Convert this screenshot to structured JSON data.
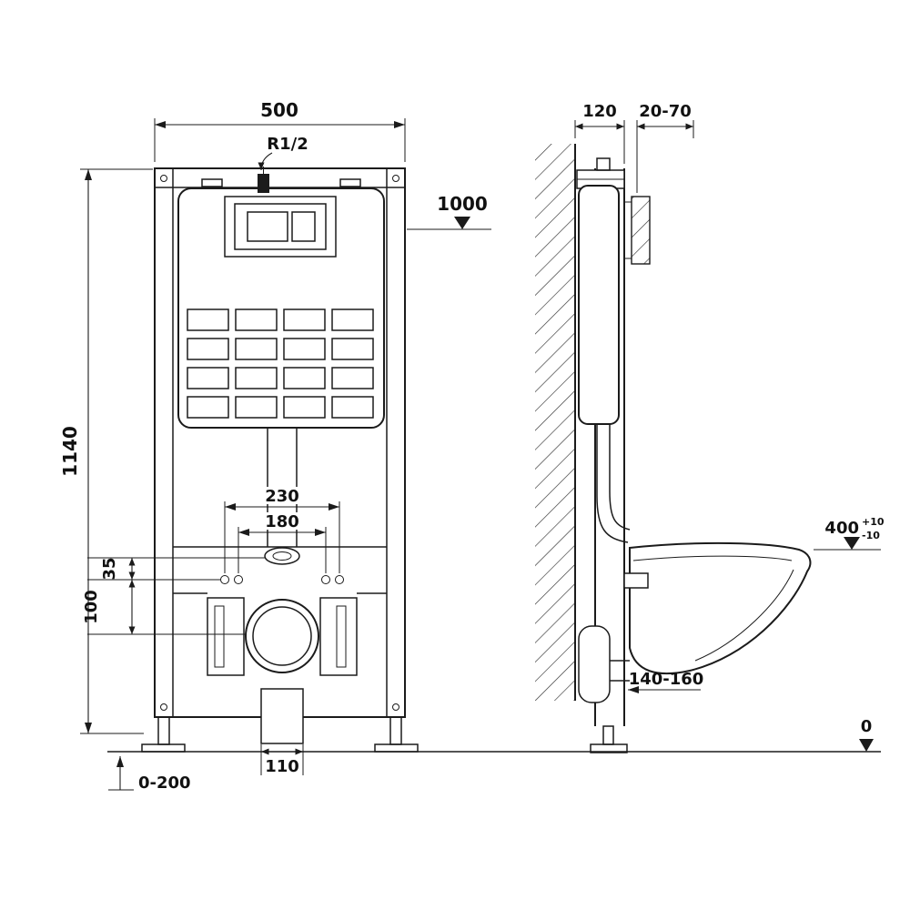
{
  "colors": {
    "line": "#1b1b1b",
    "background": "#ffffff"
  },
  "front_view": {
    "frame_width": "500",
    "water_inlet": "R1/2",
    "flush_plate_height": "1000",
    "frame_height": "1140",
    "outer_fixing_span": "230",
    "inner_fixing_span": "180",
    "offset_small": "35",
    "offset_large": "100",
    "outlet_pipe_width": "110",
    "feet_adjustment": "0-200"
  },
  "side_view": {
    "frame_depth": "120",
    "wall_clearance": "20-70",
    "bowl_height": "400",
    "bowl_height_tol_plus": "+10",
    "bowl_height_tol_minus": "-10",
    "outlet_height": "140-160",
    "floor_level": "0"
  }
}
